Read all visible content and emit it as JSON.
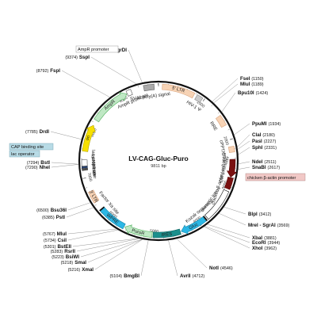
{
  "plasmid": {
    "name": "LV-CAG-Gluc-Puro",
    "size_label": "9811 bp",
    "length": 9811
  },
  "ticks": [
    {
      "pos": 1000,
      "label": "1000"
    },
    {
      "pos": 2000,
      "label": "2000"
    },
    {
      "pos": 3000,
      "label": "3000"
    },
    {
      "pos": 4000,
      "label": "4000"
    },
    {
      "pos": 5000,
      "label": "5000"
    },
    {
      "pos": 6000,
      "label": "6000"
    },
    {
      "pos": 7000,
      "label": "7000"
    },
    {
      "pos": 8000,
      "label": "8000"
    },
    {
      "pos": 9000,
      "label": "9000"
    }
  ],
  "features": [
    {
      "id": "ltr5",
      "label": "5' LTR",
      "start": 80,
      "end": 770,
      "color": "#f7d3b5",
      "stroke": "#d6a07a",
      "arrow": false,
      "label_inside": true
    },
    {
      "id": "hiv1psi",
      "label": "HIV-1 Ψ",
      "start": 830,
      "end": 960,
      "color": "#cccccc",
      "stroke": "#888888",
      "arrow": false,
      "label_inside": false
    },
    {
      "id": "rre",
      "label": "RRE",
      "start": 1460,
      "end": 1690,
      "color": "#f7d3b5",
      "stroke": "#d6a07a",
      "arrow": false,
      "label_inside": false
    },
    {
      "id": "cppt",
      "label": "cPPT/CTS",
      "start": 2150,
      "end": 2270,
      "color": "#f7d3b5",
      "stroke": "#d6a07a",
      "arrow": false,
      "label_inside": false
    },
    {
      "id": "cmv",
      "label": "CMV enhancer",
      "start": 2420,
      "end": 2800,
      "color": "#7a1010",
      "stroke": "#5a0a0a",
      "arrow": true,
      "label_inside": false
    },
    {
      "id": "cba",
      "label": "chicken β-actin promoter",
      "start": 2810,
      "end": 3050,
      "color": "#7a1010",
      "stroke": "#5a0a0a",
      "arrow": false,
      "label_inside": false
    },
    {
      "id": "intron",
      "label": "chimeric intron",
      "start": 3100,
      "end": 3800,
      "color": "#ffffff",
      "stroke": "#111111",
      "arrow": false,
      "label_inside": false
    },
    {
      "id": "kozak",
      "label": "Kozak sequence",
      "start": 3830,
      "end": 3850,
      "color": "#111111",
      "stroke": "#111111",
      "arrow": false,
      "label_inside": false
    },
    {
      "id": "gluc",
      "label": "Gluc",
      "start": 3860,
      "end": 4420,
      "color": "#2bb7e5",
      "stroke": "#1a87a8",
      "arrow": true,
      "label_inside": true
    },
    {
      "id": "ires",
      "label": "IRES",
      "start": 4440,
      "end": 5020,
      "color": "#1b8f8c",
      "stroke": "#116663",
      "arrow": false,
      "label_inside": true
    },
    {
      "id": "puror",
      "label": "PuroR",
      "start": 5040,
      "end": 5640,
      "color": "#bfe8c4",
      "stroke": "#4fae5c",
      "arrow": true,
      "label_inside": true
    },
    {
      "id": "wpre",
      "label": "WPRE",
      "start": 5660,
      "end": 6250,
      "color": "#2bb7e5",
      "stroke": "#1a87a8",
      "arrow": false,
      "label_inside": true
    },
    {
      "id": "factorxa",
      "label": "Factor Xa site",
      "start": 6250,
      "end": 6270,
      "color": "#111111",
      "stroke": "#111111",
      "arrow": false,
      "label_inside": false
    },
    {
      "id": "ltr3",
      "label": "3' LTR",
      "start": 6450,
      "end": 6700,
      "color": "#f7d3b5",
      "stroke": "#d6a07a",
      "arrow": false,
      "label_inside": true
    },
    {
      "id": "lacop",
      "label": "lac operator",
      "start": 7210,
      "end": 7240,
      "color": "#2e4a7a",
      "stroke": "#1c3055",
      "arrow": false,
      "label_inside": false
    },
    {
      "id": "lacpro",
      "label": "lac promoter",
      "start": 7250,
      "end": 7380,
      "color": "#ffffff",
      "stroke": "#555555",
      "arrow": false,
      "label_inside": false
    },
    {
      "id": "m13",
      "label": "M13 rev",
      "start": 7160,
      "end": 7200,
      "color": "#555555",
      "stroke": "#333333",
      "arrow": false,
      "label_inside": false
    },
    {
      "id": "ori",
      "label": "ori",
      "start": 7560,
      "end": 8140,
      "color": "#f7e000",
      "stroke": "#b5a500",
      "arrow": true,
      "label_inside": true
    },
    {
      "id": "ampr",
      "label": "AmpR",
      "start": 8260,
      "end": 9120,
      "color": "#bfe8c4",
      "stroke": "#4fae5c",
      "arrow": true,
      "label_inside": true
    },
    {
      "id": "ampprom",
      "label": "AmpR promoter",
      "start": 9130,
      "end": 9230,
      "color": "#ffffff",
      "stroke": "#555555",
      "arrow": false,
      "label_inside": false
    },
    {
      "id": "sv40",
      "label": "SV40 poly(A) signal",
      "start": 9500,
      "end": 9720,
      "color": "#aaaaaa",
      "stroke": "#666666",
      "arrow": false,
      "label_inside": false
    }
  ],
  "sites_right": [
    {
      "name": "FseI",
      "pos": "(1150)"
    },
    {
      "name": "MluI",
      "pos": "(1189)"
    },
    {
      "name": "Bpu10I",
      "pos": "(1424)"
    },
    {
      "name": "PpuMI",
      "pos": "(1934)"
    },
    {
      "name": "ClaI",
      "pos": "(2180)"
    },
    {
      "name": "PasI",
      "pos": "(2227)"
    },
    {
      "name": "SphI",
      "pos": "(2331)"
    },
    {
      "name": "NdeI",
      "pos": "(2511)"
    },
    {
      "name": "SnaBI",
      "pos": "(2617)"
    },
    {
      "name": "BlpI",
      "pos": "(3412)"
    },
    {
      "name": "MreI - SgrAI",
      "pos": "(3569)"
    },
    {
      "name": "XbaI",
      "pos": "(3881)"
    },
    {
      "name": "EcoRI",
      "pos": "(3944)"
    },
    {
      "name": "XhoI",
      "pos": "(3962)"
    },
    {
      "name": "NotI",
      "pos": "(4546)"
    },
    {
      "name": "AvrII",
      "pos": "(4712)"
    }
  ],
  "sites_left": [
    {
      "name": "BmgBI",
      "pos": "(5104)"
    },
    {
      "name": "XmaI",
      "pos": "(5216)"
    },
    {
      "name": "SmaI",
      "pos": "(5218)"
    },
    {
      "name": "BsiWI",
      "pos": "(5223)"
    },
    {
      "name": "RsrII",
      "pos": "(5283)"
    },
    {
      "name": "BstEII",
      "pos": "(5301)"
    },
    {
      "name": "CsiI",
      "pos": "(5734)"
    },
    {
      "name": "MluI",
      "pos": "(5767)"
    },
    {
      "name": "PstI",
      "pos": "(6385)"
    },
    {
      "name": "Bsu36I",
      "pos": "(6500)"
    },
    {
      "name": "NheI",
      "pos": "(7290)"
    },
    {
      "name": "BstI",
      "pos": "(7294)"
    },
    {
      "name": "DrdI",
      "pos": "(7785)"
    },
    {
      "name": "FspI",
      "pos": "(8792)"
    },
    {
      "name": "SspI",
      "pos": "(9374)"
    },
    {
      "name": "SgrDI",
      "pos": "(9491)"
    }
  ],
  "callouts": {
    "cap_binding": "CAP binding site",
    "lac_operator": "lac operator",
    "chicken": "chicken β-actin promoter",
    "ampr_promoter": "AmpR promoter"
  }
}
